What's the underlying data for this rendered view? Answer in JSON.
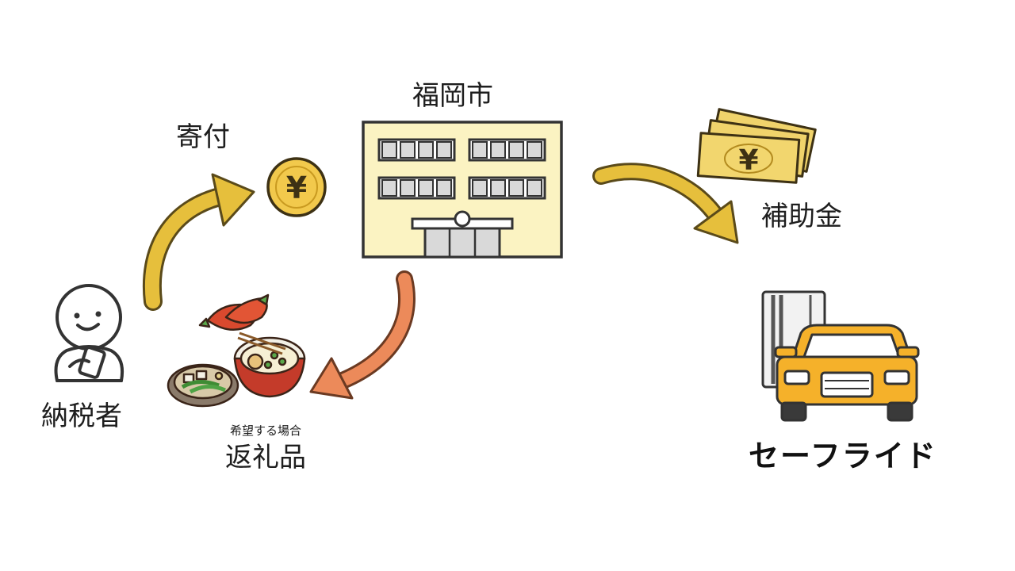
{
  "labels": {
    "city": "福岡市",
    "donation": "寄付",
    "subsidy": "補助金",
    "taxpayer": "納税者",
    "gift_note": "希望する場合",
    "gift": "返礼品",
    "brand": "セーフライド"
  },
  "icons": {
    "coin_symbol": "¥",
    "bill_symbol": "¥"
  },
  "colors": {
    "arrow_gold": "#e6bf3c",
    "arrow_orange": "#ec8a5a",
    "building_fill": "#fbf3c2",
    "coin_fill": "#f2c94c",
    "bill_fill": "#f0d36b",
    "car_fill": "#f5b12a"
  }
}
